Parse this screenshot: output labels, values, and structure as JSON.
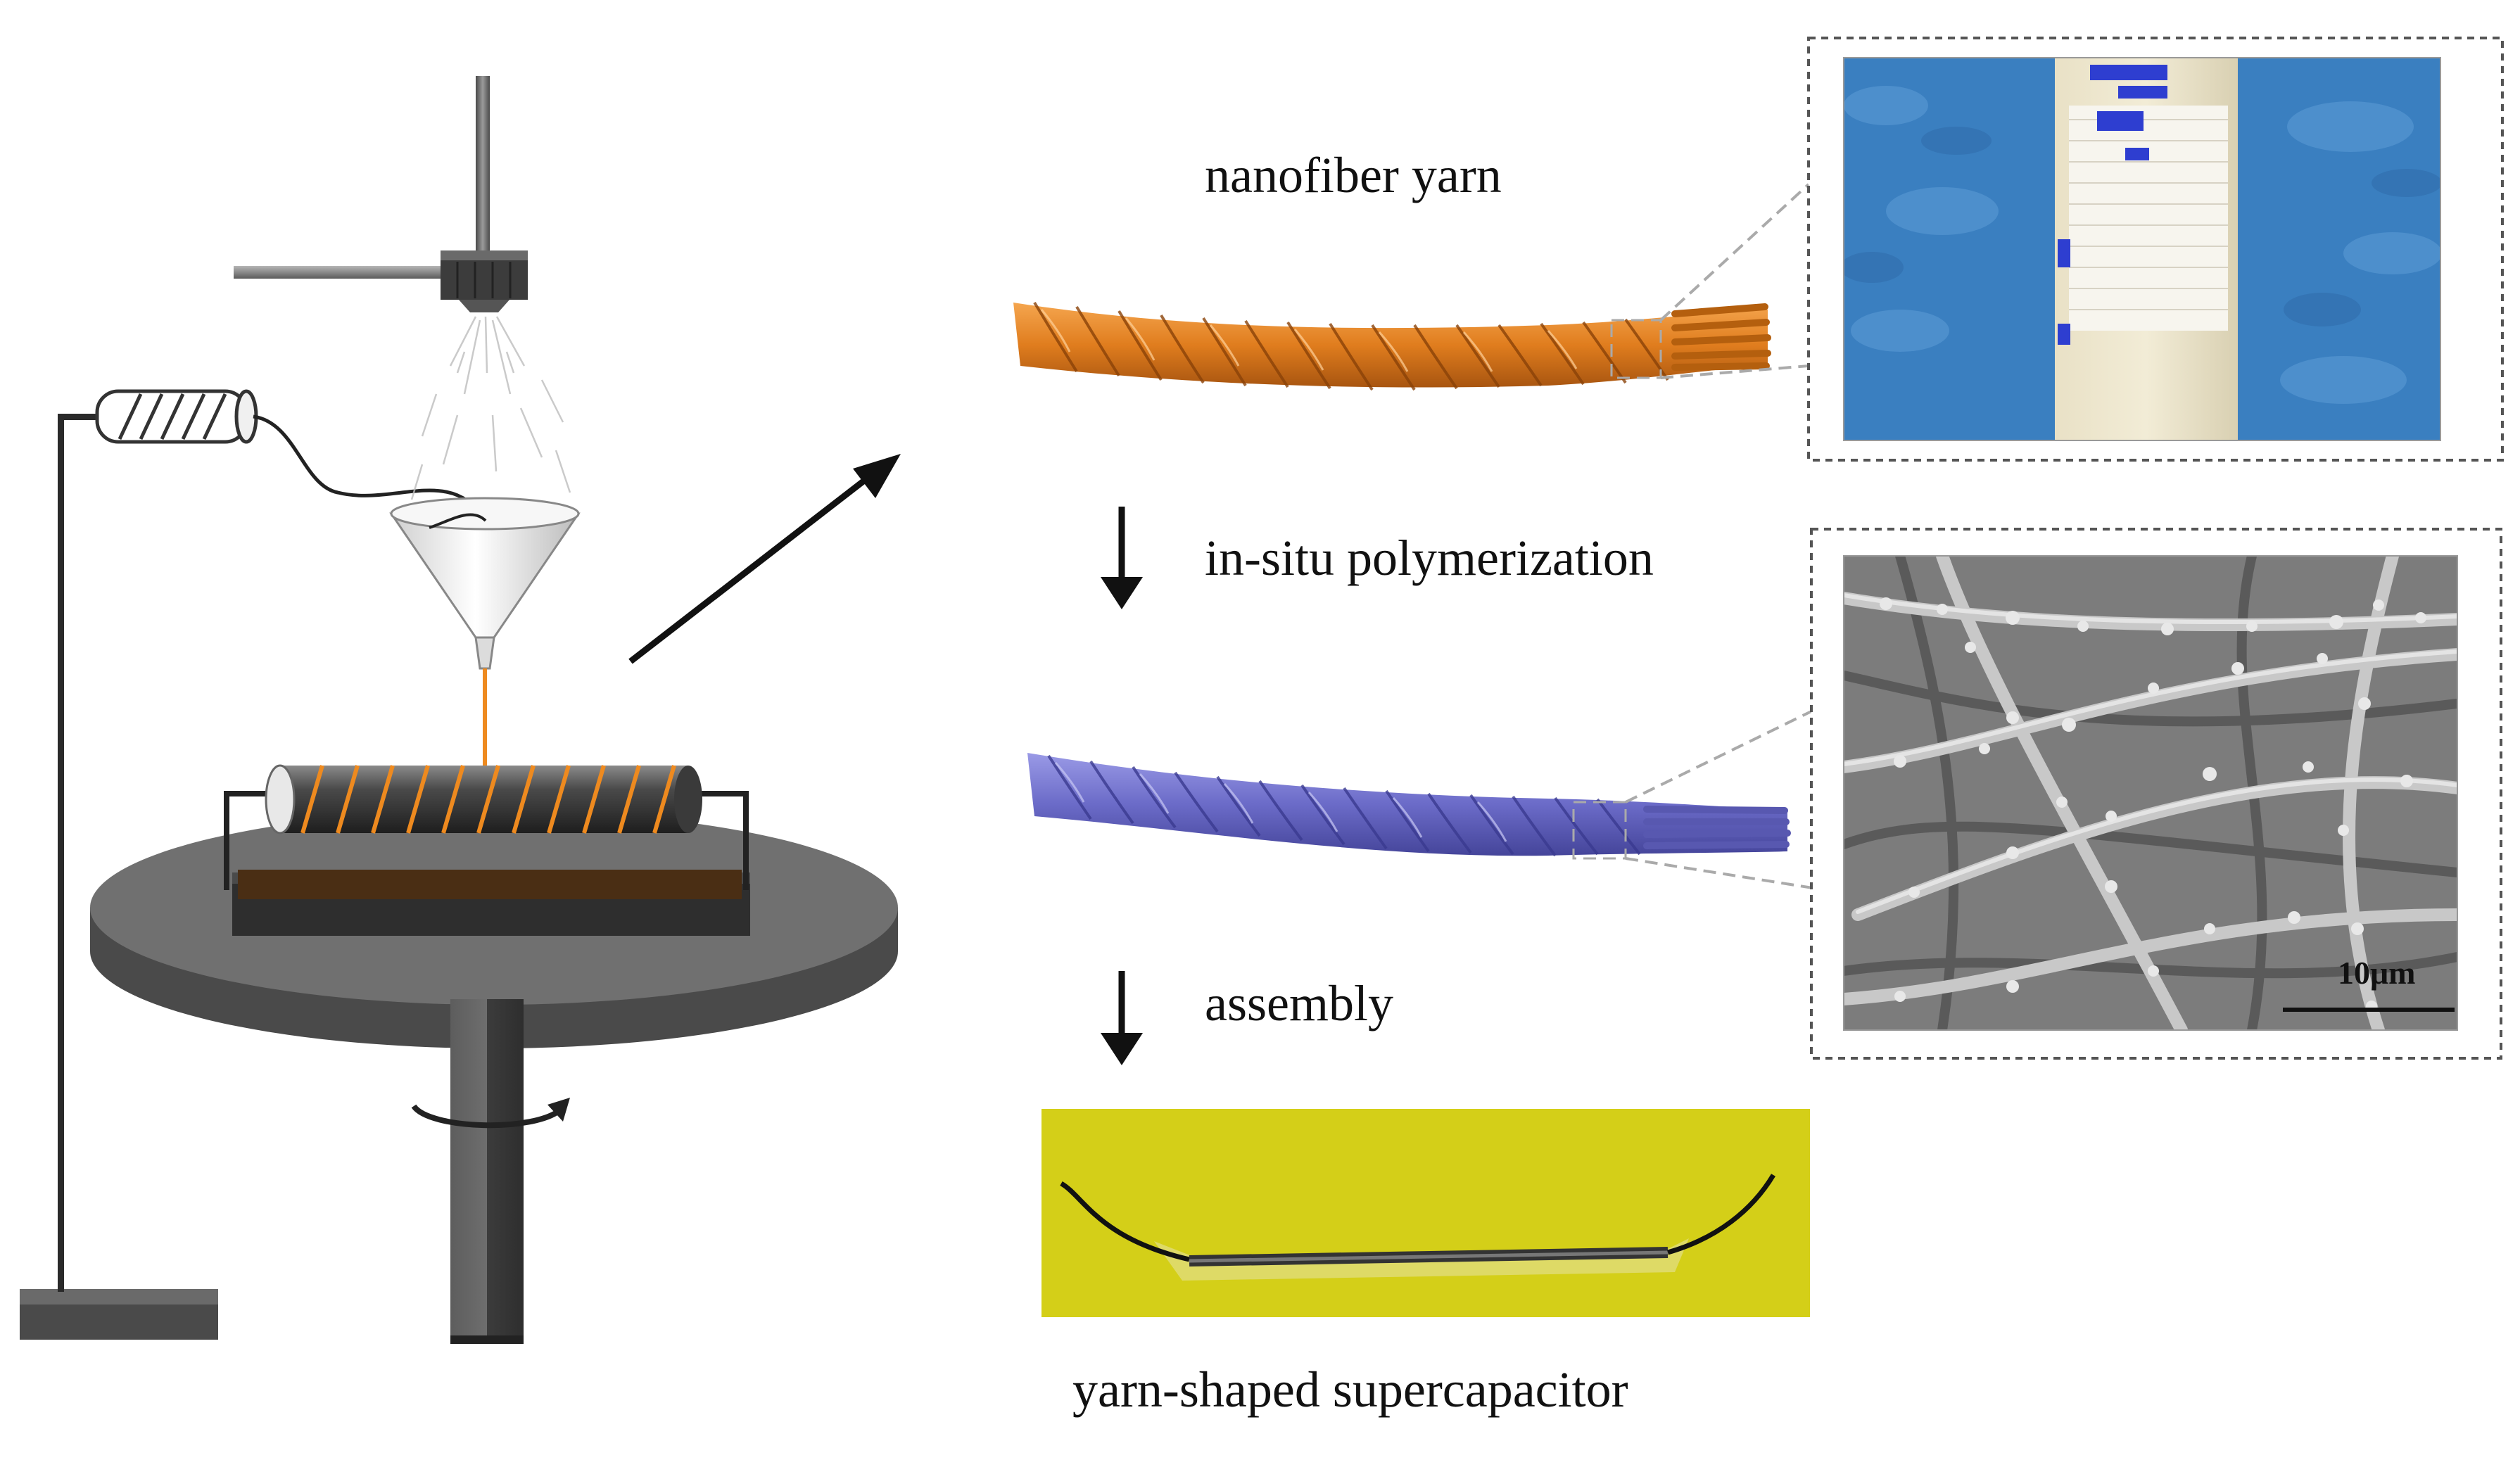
{
  "labels": {
    "nanofiber_yarn": "nanofiber yarn",
    "in_situ_polymerization": "in-situ polymerization",
    "assembly": "assembly",
    "supercapacitor": "yarn-shaped supercapacitor"
  },
  "sem": {
    "scale_bar_text": "10μm"
  },
  "colors": {
    "orange_yarn": "#e07d1e",
    "purple_yarn": "#6b6bc8",
    "collector_jet": "#ee8a1f",
    "turntable": "#707070",
    "turntable_edge": "#4a4a4a",
    "yellow_bg": "#d8d31a",
    "blue_bg": "#3a7fc0",
    "sem_bg": "#7c7c7c",
    "inset_border": "#555555"
  }
}
